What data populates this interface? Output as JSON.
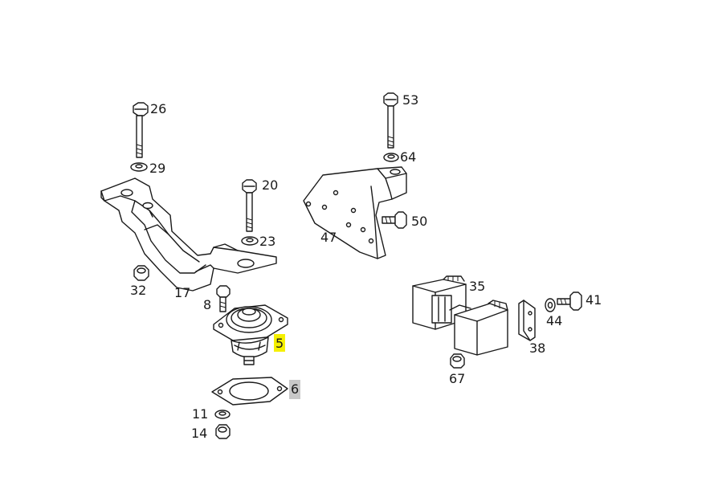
{
  "callouts": {
    "c26": "26",
    "c29": "29",
    "c20": "20",
    "c23": "23",
    "c32": "32",
    "c17": "17",
    "c8": "8",
    "c5": "5",
    "c6": "6",
    "c11": "11",
    "c14": "14",
    "c53": "53",
    "c64": "64",
    "c50": "50",
    "c47": "47",
    "c35": "35",
    "c41": "41",
    "c44": "44",
    "c38": "38",
    "c67": "67"
  },
  "highlights": {
    "c5": "#f5f000",
    "c6": "#c8c8c8"
  }
}
